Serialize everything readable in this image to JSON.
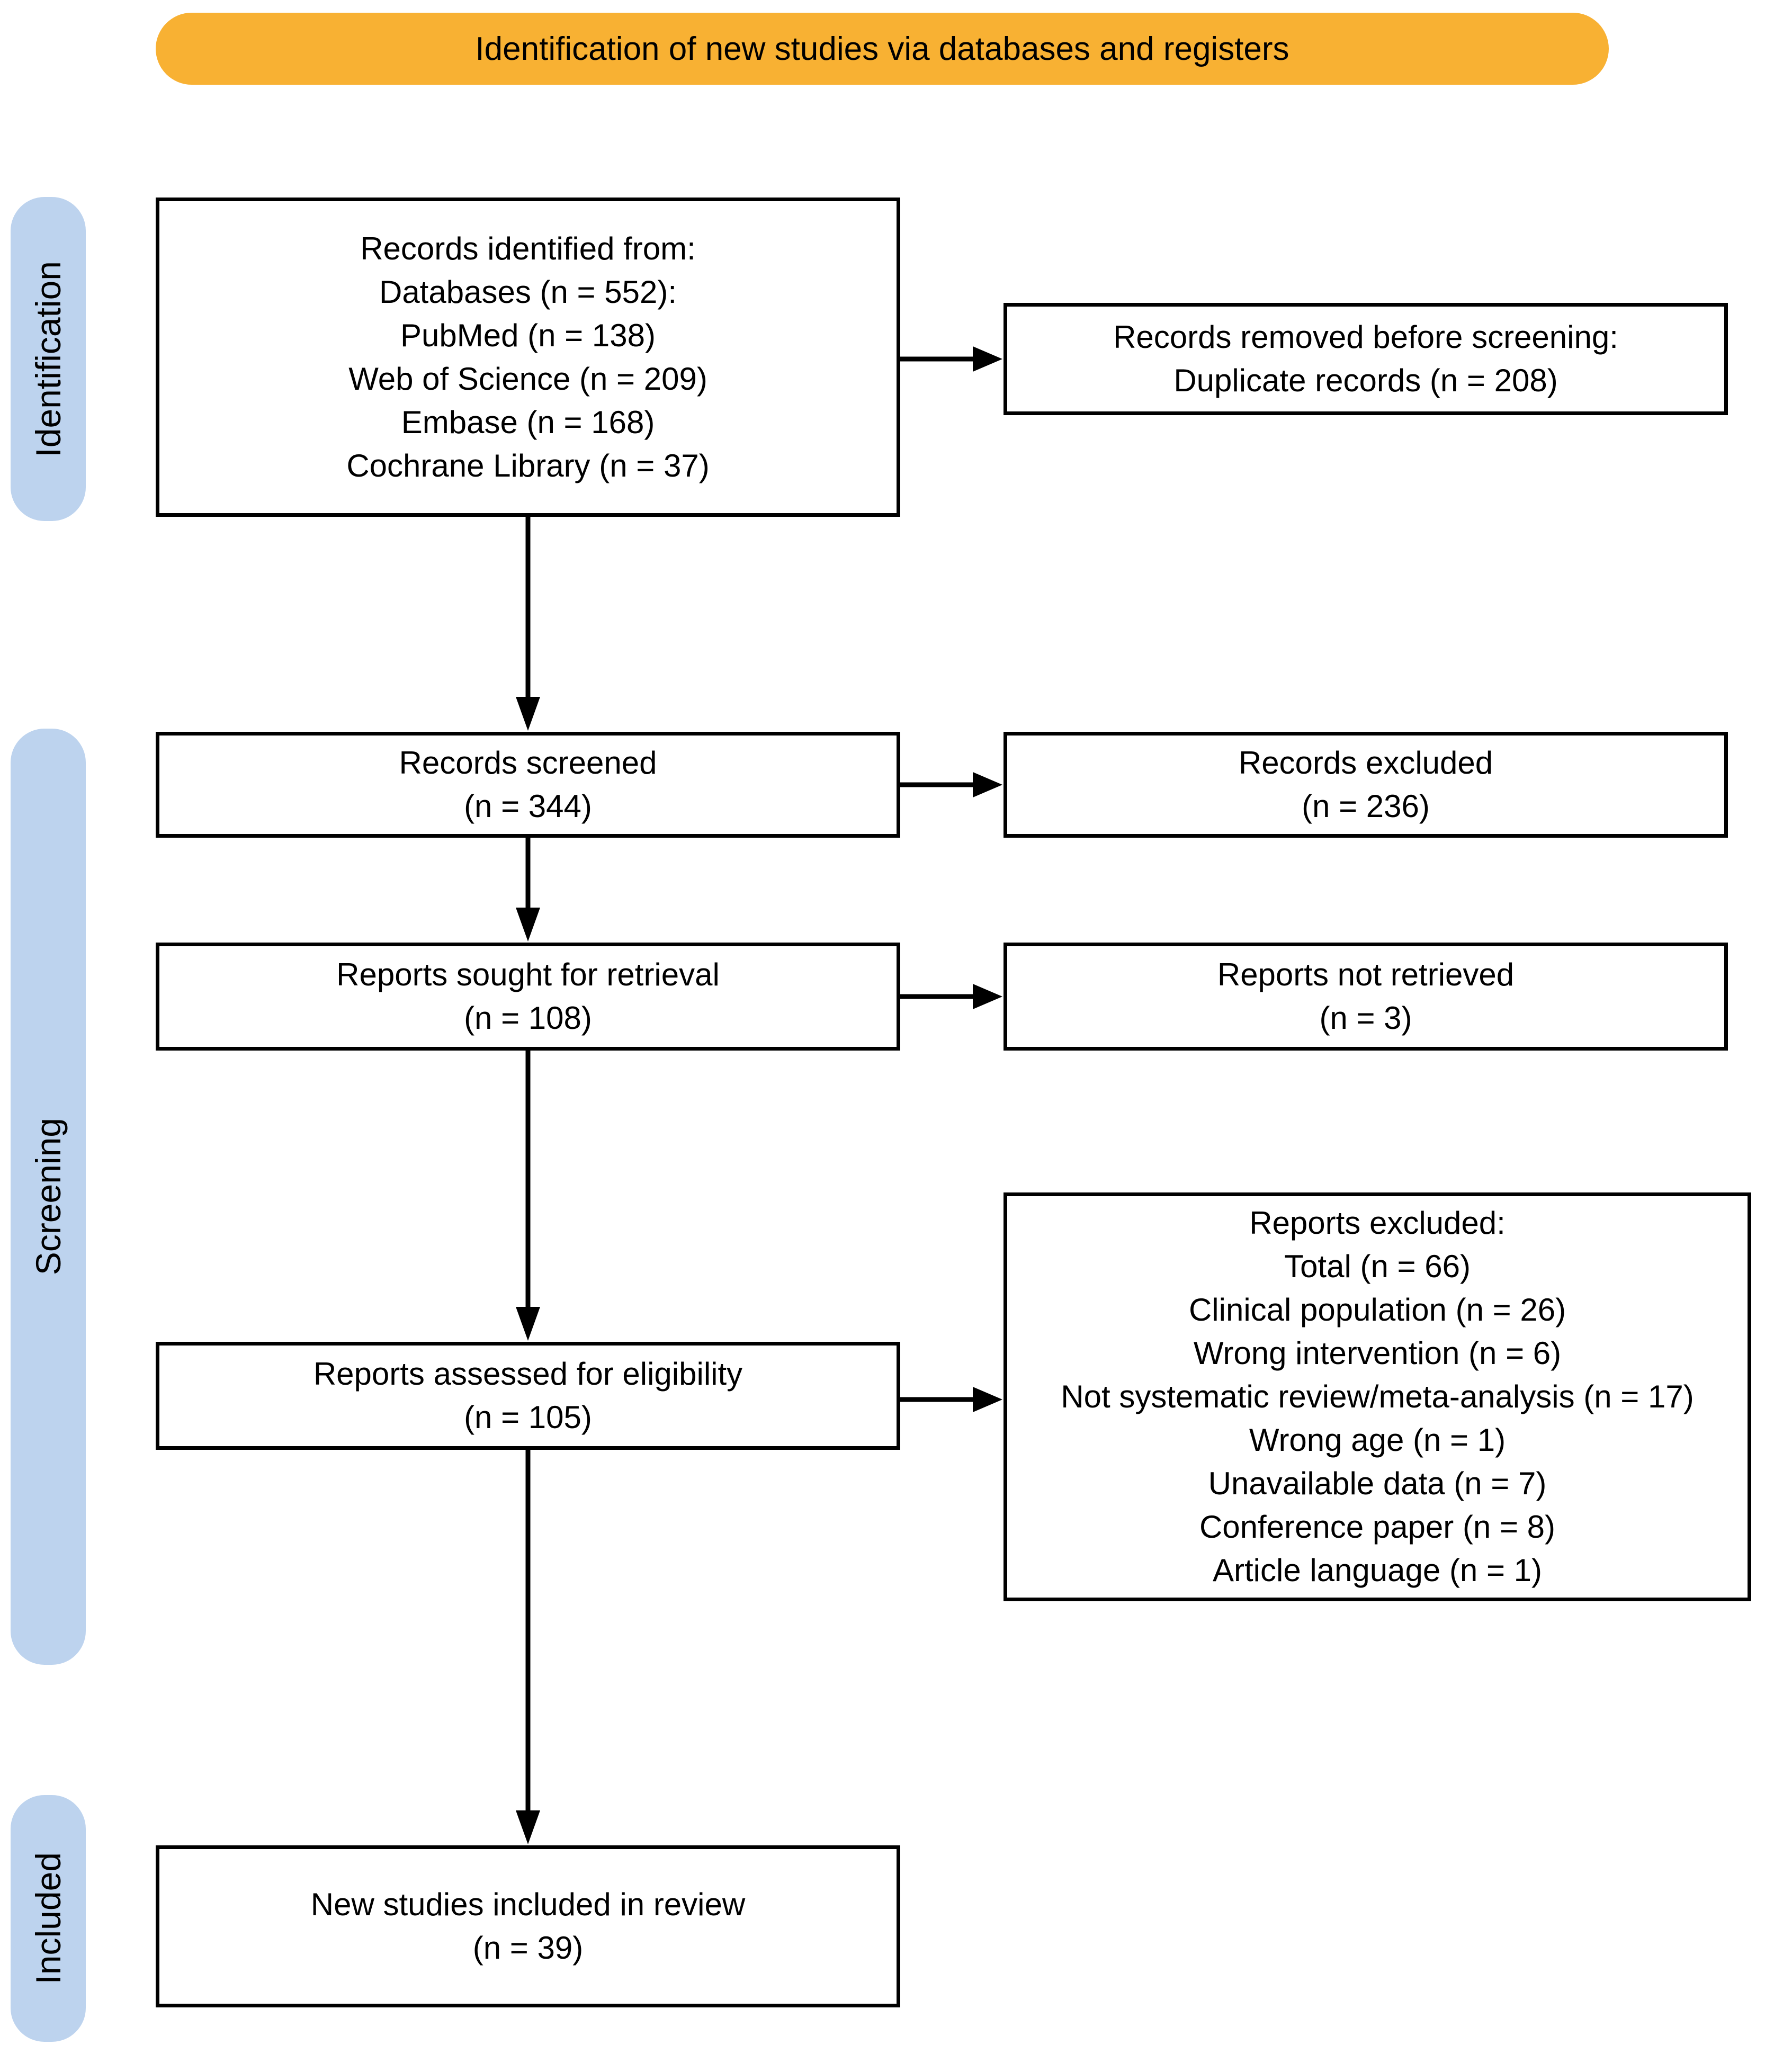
{
  "colors": {
    "banner-bg": "#F8B133",
    "stage-bg": "#BDD3EE",
    "box-border": "#000000",
    "box-bg": "#FFFFFF",
    "arrow": "#000000",
    "text": "#000000",
    "page-bg": "#FFFFFF"
  },
  "banner": {
    "title": "Identification of new studies via databases and registers"
  },
  "stages": {
    "identification": "Identification",
    "screening": "Screening",
    "included": "Included"
  },
  "boxes": {
    "records_identified": {
      "lines": [
        "Records identified from:",
        "Databases (n = 552):",
        "PubMed (n = 138)",
        "Web of Science (n = 209)",
        "Embase (n = 168)",
        "Cochrane Library (n = 37)"
      ]
    },
    "records_removed": {
      "lines": [
        "Records removed before screening:",
        "Duplicate records (n = 208)"
      ]
    },
    "records_screened": {
      "lines": [
        "Records screened",
        "(n = 344)"
      ]
    },
    "records_excluded": {
      "lines": [
        "Records excluded",
        "(n = 236)"
      ]
    },
    "reports_sought": {
      "lines": [
        "Reports sought for retrieval",
        "(n = 108)"
      ]
    },
    "reports_not_retrieved": {
      "lines": [
        "Reports not retrieved",
        "(n = 3)"
      ]
    },
    "reports_assessed": {
      "lines": [
        "Reports assessed for eligibility",
        "(n = 105)"
      ]
    },
    "reports_excluded": {
      "lines": [
        "Reports excluded:",
        "Total (n = 66)",
        "Clinical population (n = 26)",
        "Wrong intervention (n = 6)",
        "Not systematic review/meta-analysis (n = 17)",
        "Wrong age (n = 1)",
        "Unavailable data (n = 7)",
        "Conference paper (n = 8)",
        "Article language (n = 1)"
      ]
    },
    "new_studies": {
      "lines": [
        "New studies included in review",
        "(n = 39)"
      ]
    }
  }
}
